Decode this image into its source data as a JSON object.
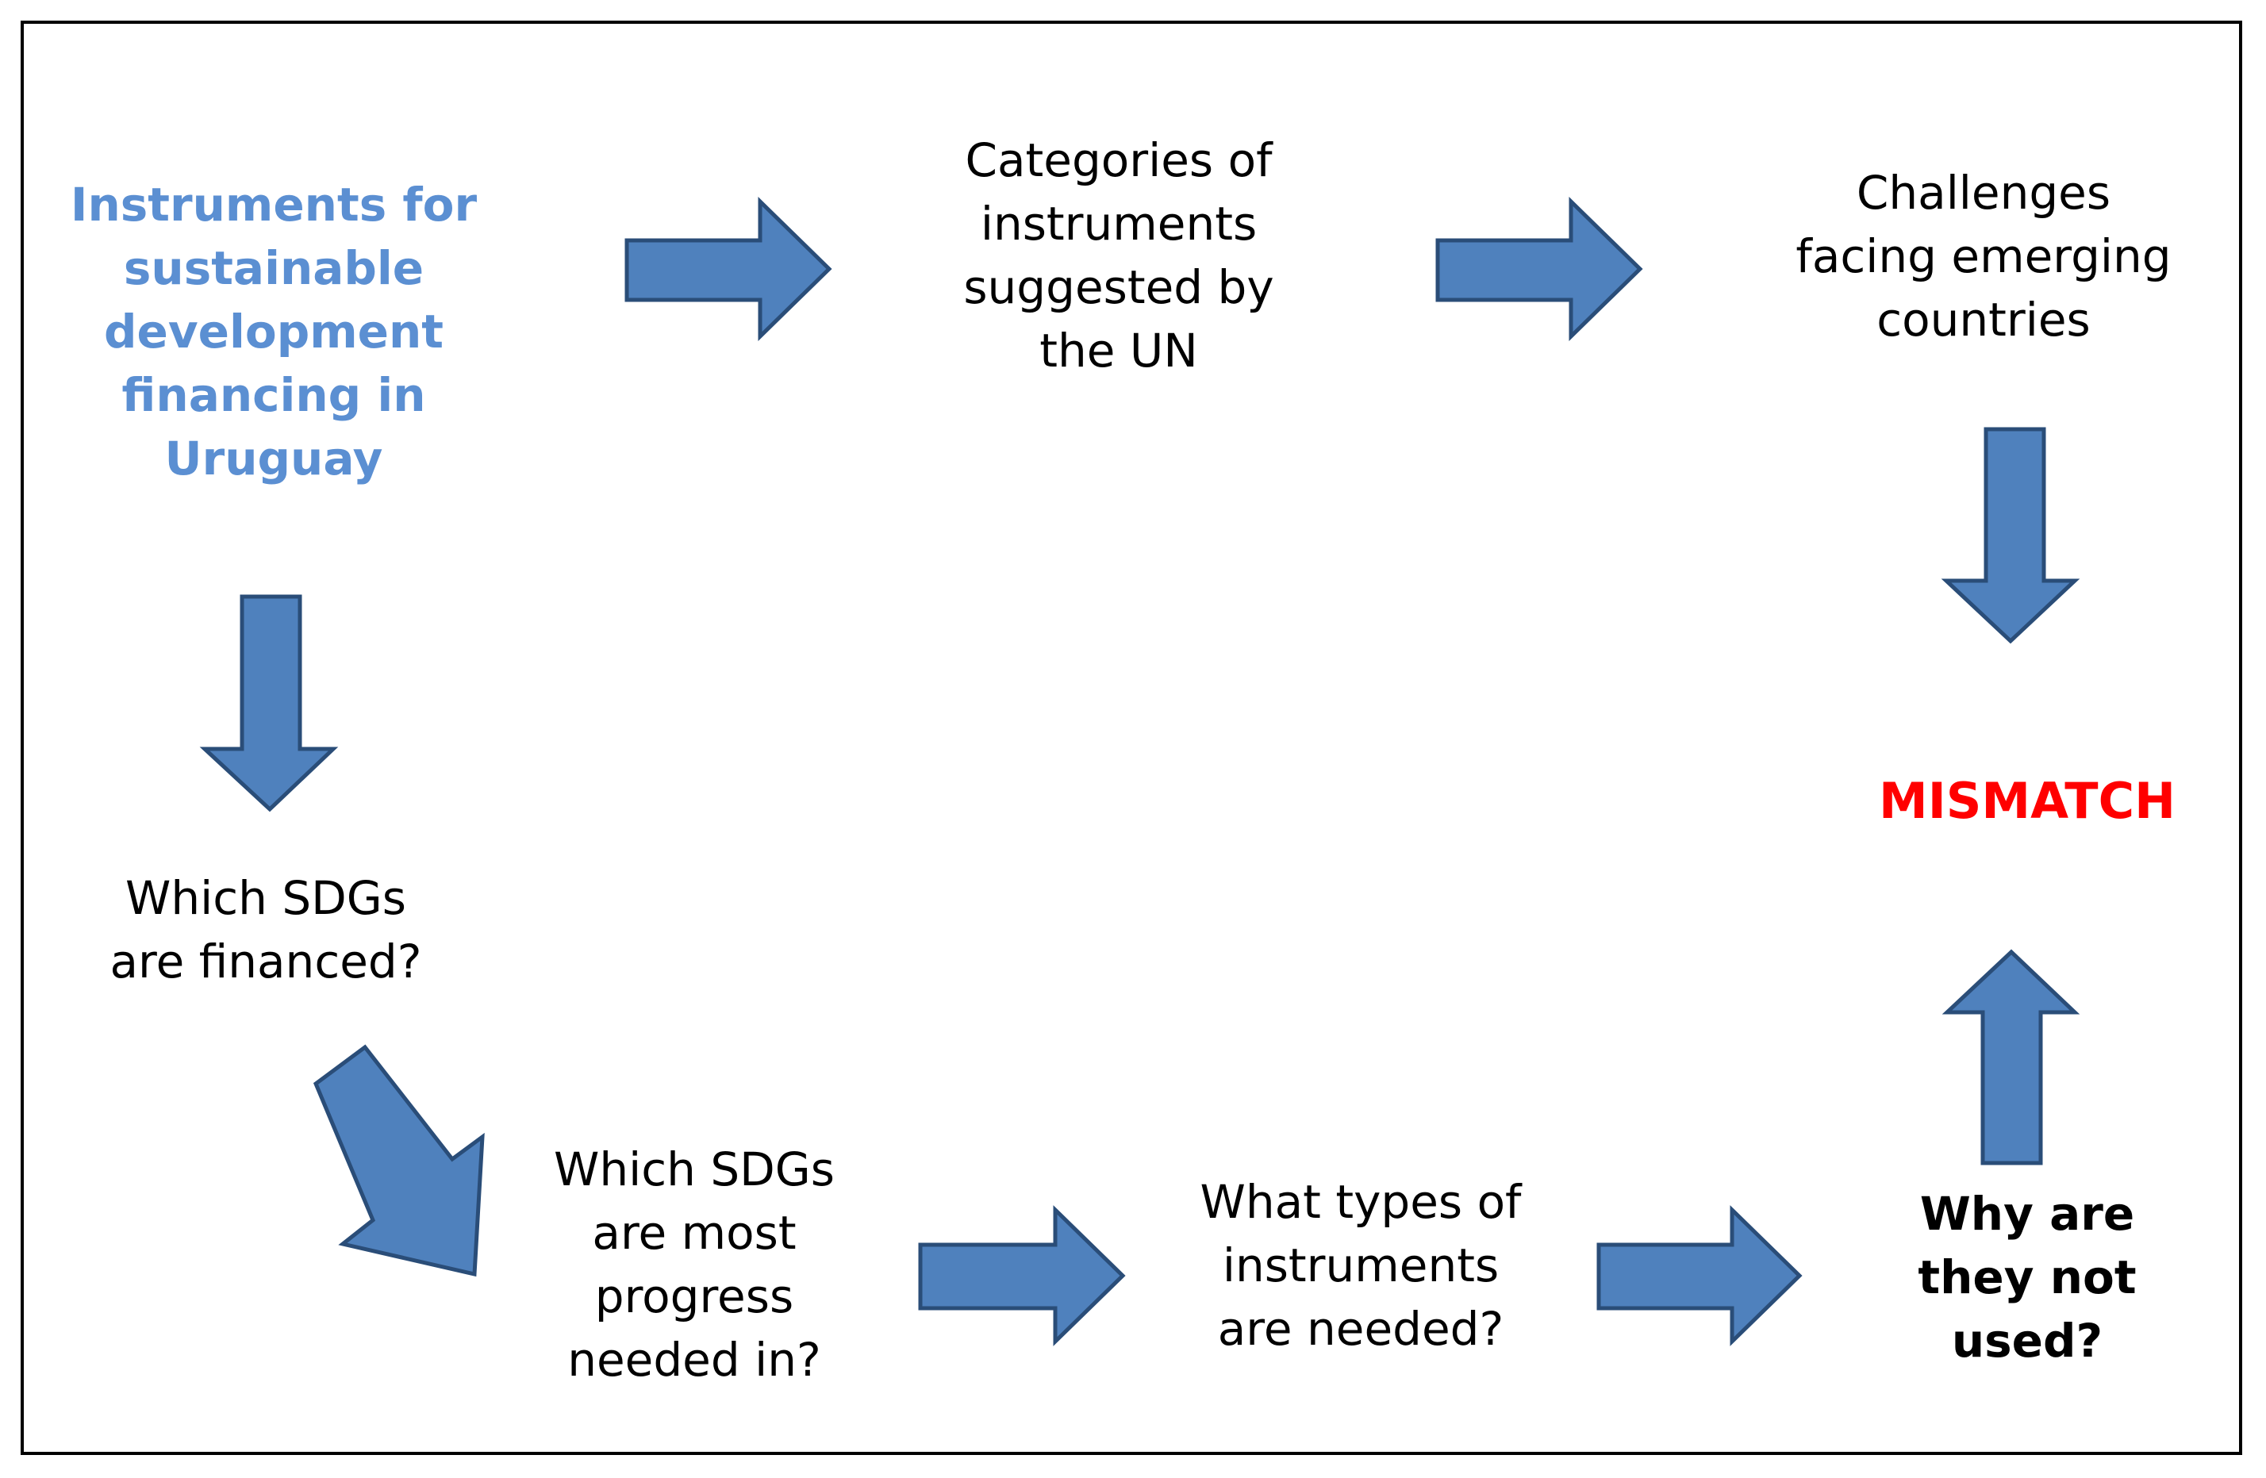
{
  "colors": {
    "arrow_fill": "#4f81bd",
    "arrow_stroke": "#2a4d78",
    "title_text": "#5b8fd2",
    "mismatch_text": "#ff0000",
    "frame": "#000000"
  },
  "nodes": {
    "instruments_uruguay": "Instruments for\nsustainable\ndevelopment\nfinancing in\nUruguay",
    "categories_un": "Categories of\ninstruments\nsuggested by\nthe UN",
    "challenges": "Challenges\nfacing emerging\ncountries",
    "mismatch": "MISMATCH",
    "which_sdgs_financed": "Which SDGs\nare financed?",
    "which_sdgs_progress": "Which SDGs\nare most\nprogress\nneeded in?",
    "types_needed": "What types of\ninstruments\nare needed?",
    "why_not_used": "Why are\nthey not\nused?"
  },
  "arrows": [
    {
      "from": "instruments_uruguay",
      "to": "categories_un",
      "direction": "right"
    },
    {
      "from": "categories_un",
      "to": "challenges",
      "direction": "right"
    },
    {
      "from": "challenges",
      "to": "mismatch",
      "direction": "down"
    },
    {
      "from": "instruments_uruguay",
      "to": "which_sdgs_financed",
      "direction": "down"
    },
    {
      "from": "which_sdgs_financed",
      "to": "which_sdgs_progress",
      "direction": "down-right"
    },
    {
      "from": "which_sdgs_progress",
      "to": "types_needed",
      "direction": "right"
    },
    {
      "from": "types_needed",
      "to": "why_not_used",
      "direction": "right"
    },
    {
      "from": "why_not_used",
      "to": "mismatch",
      "direction": "up"
    }
  ]
}
